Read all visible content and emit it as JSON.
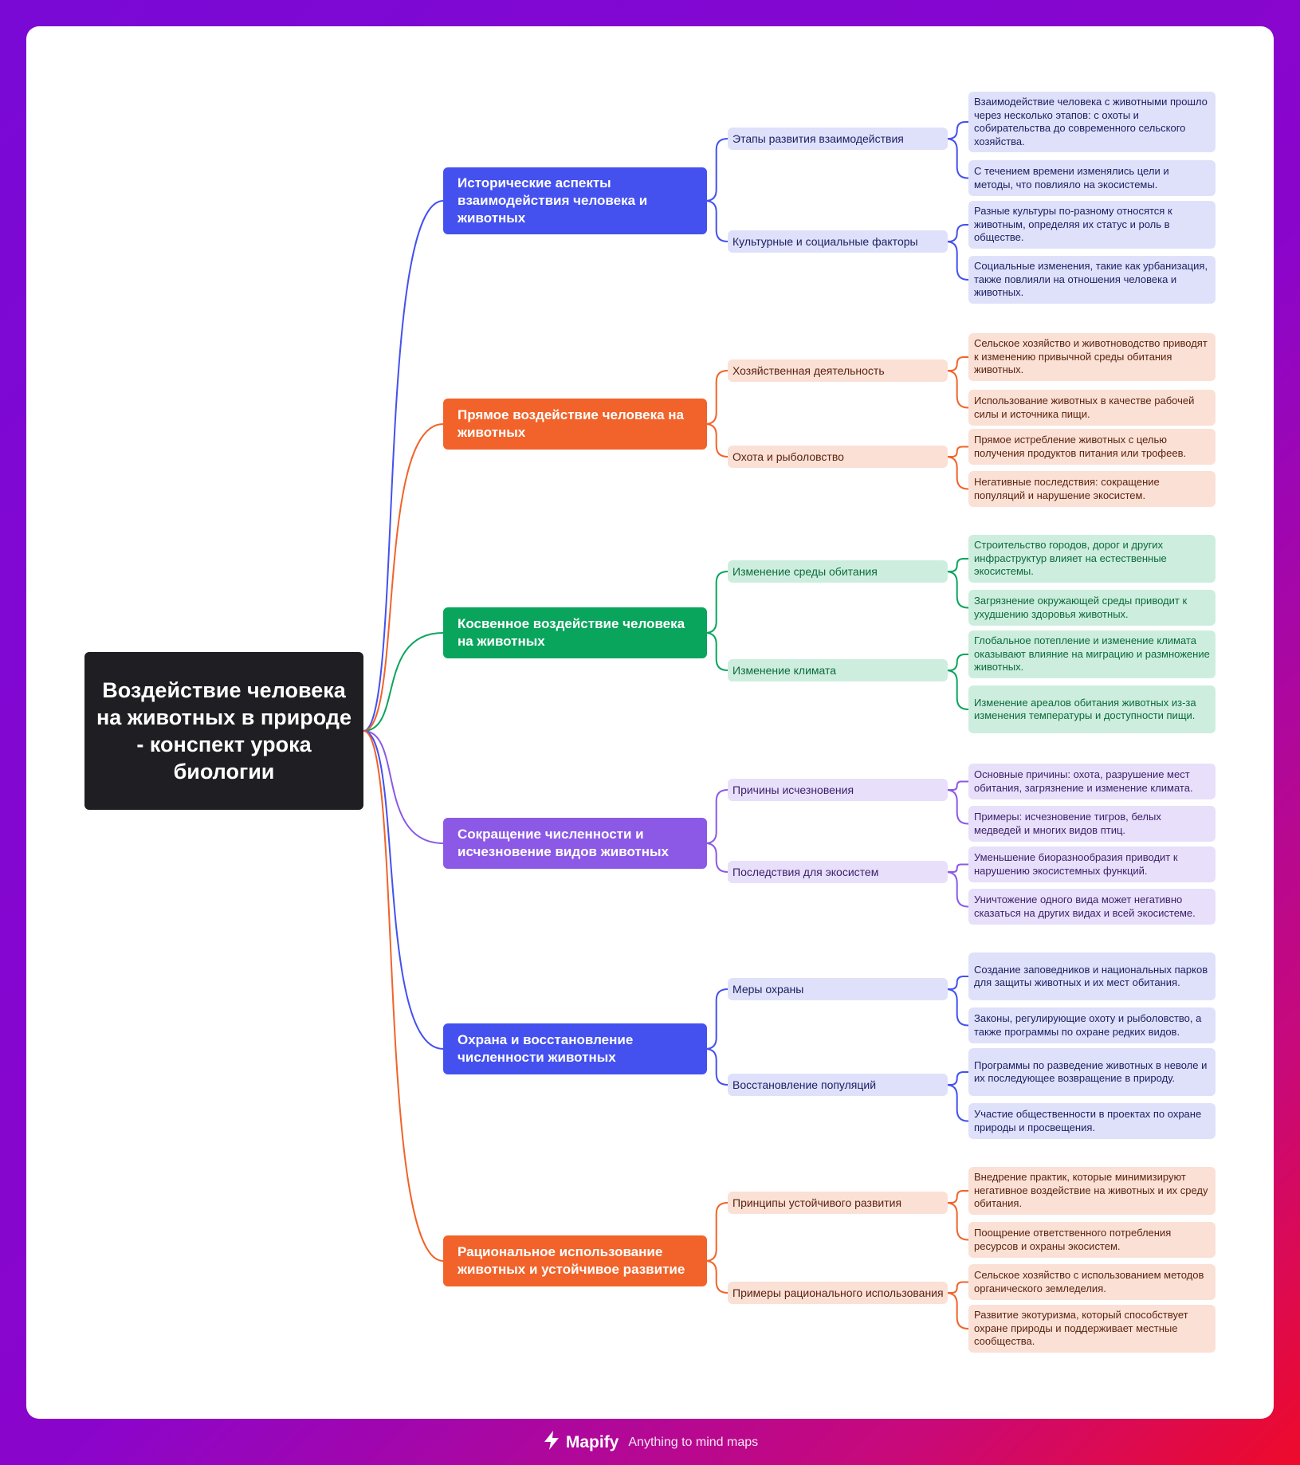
{
  "root": {
    "label": "Воздействие человека на животных в природе - конспект урока биологии"
  },
  "branches": [
    {
      "label": "Исторические аспекты взаимодействия человека и животных",
      "color": "#4451ee",
      "sub_bg": "#dfe1fb",
      "leaf_bg": "#dfe1fb",
      "text_color": "#1e2063",
      "children": [
        {
          "label": "Этапы развития взаимодействия",
          "leaves": [
            "Взаимодействие человека с животными прошло через несколько этапов: с охоты и собирательства до современного сельского хозяйства.",
            "С течением времени изменялись цели и методы, что повлияло на экосистемы."
          ]
        },
        {
          "label": "Культурные и социальные факторы",
          "leaves": [
            "Разные культуры по-разному относятся к животным, определяя их статус и роль в обществе.",
            "Социальные изменения, такие как урбанизация, также повлияли на отношения человека и животных."
          ]
        }
      ]
    },
    {
      "label": "Прямое воздействие человека на животных",
      "color": "#f1632a",
      "sub_bg": "#fbe0d5",
      "leaf_bg": "#fbe0d5",
      "text_color": "#5a2410",
      "children": [
        {
          "label": "Хозяйственная деятельность",
          "leaves": [
            "Сельское хозяйство и животноводство приводят к изменению привычной среды обитания животных.",
            "Использование животных в качестве рабочей силы и источника пищи."
          ]
        },
        {
          "label": "Охота и рыболовство",
          "leaves": [
            "Прямое истребление животных с целью получения продуктов питания или трофеев.",
            "Негативные последствия: сокращение популяций и нарушение экосистем."
          ]
        }
      ]
    },
    {
      "label": "Косвенное воздействие человека на животных",
      "color": "#0aa55d",
      "sub_bg": "#cdeede",
      "leaf_bg": "#cdeede",
      "text_color": "#0c6a3b",
      "children": [
        {
          "label": "Изменение среды обитания",
          "leaves": [
            "Строительство городов, дорог и других инфраструктур влияет на естественные экосистемы.",
            "Загрязнение окружающей среды приводит к ухудшению здоровья животных."
          ]
        },
        {
          "label": "Изменение климата",
          "leaves": [
            "Глобальное потепление и изменение климата оказывают влияние на миграцию и размножение животных.",
            "Изменение ареалов обитания животных из-за изменения температуры и доступности пищи."
          ]
        }
      ]
    },
    {
      "label": "Сокращение численности и исчезновение видов животных",
      "color": "#8c59e6",
      "sub_bg": "#e8dffa",
      "leaf_bg": "#e8dffa",
      "text_color": "#3a1f6a",
      "children": [
        {
          "label": "Причины исчезновения",
          "leaves": [
            "Основные причины: охота, разрушение мест обитания, загрязнение и изменение климата.",
            "Примеры: исчезновение тигров, белых медведей и многих видов птиц."
          ]
        },
        {
          "label": "Последствия для экосистем",
          "leaves": [
            "Уменьшение биоразнообразия приводит к нарушению экосистемных функций.",
            "Уничтожение одного вида может негативно сказаться на других видах и всей экосистеме."
          ]
        }
      ]
    },
    {
      "label": "Охрана и восстановление численности животных",
      "color": "#4451ee",
      "sub_bg": "#dfe1fb",
      "leaf_bg": "#dfe1fb",
      "text_color": "#1e2063",
      "children": [
        {
          "label": "Меры охраны",
          "leaves": [
            "Создание заповедников и национальных парков для защиты животных и их мест обитания.",
            "Законы, регулирующие охоту и рыболовство, а также программы по охране редких видов."
          ]
        },
        {
          "label": "Восстановление популяций",
          "leaves": [
            "Программы по разведение животных в неволе и их последующее возвращение в природу.",
            "Участие общественности в проектах по охране природы и просвещения."
          ]
        }
      ]
    },
    {
      "label": "Рациональное использование животных и устойчивое развитие",
      "color": "#f1632a",
      "sub_bg": "#fbe0d5",
      "leaf_bg": "#fbe0d5",
      "text_color": "#5a2410",
      "children": [
        {
          "label": "Принципы устойчивого развития",
          "leaves": [
            "Внедрение практик, которые минимизируют негативное воздействие на животных и их среду обитания.",
            "Поощрение ответственного потребления ресурсов и охраны экосистем."
          ]
        },
        {
          "label": "Примеры рационального использования",
          "leaves": [
            "Сельское хозяйство с использованием методов органического земледелия.",
            "Развитие экотуризма, который способствует охране природы и поддерживает местные сообщества."
          ]
        }
      ]
    }
  ],
  "footer": {
    "brand": "Mapify",
    "tagline": "Anything to mind maps",
    "icon": "lightning-bolt-icon"
  }
}
